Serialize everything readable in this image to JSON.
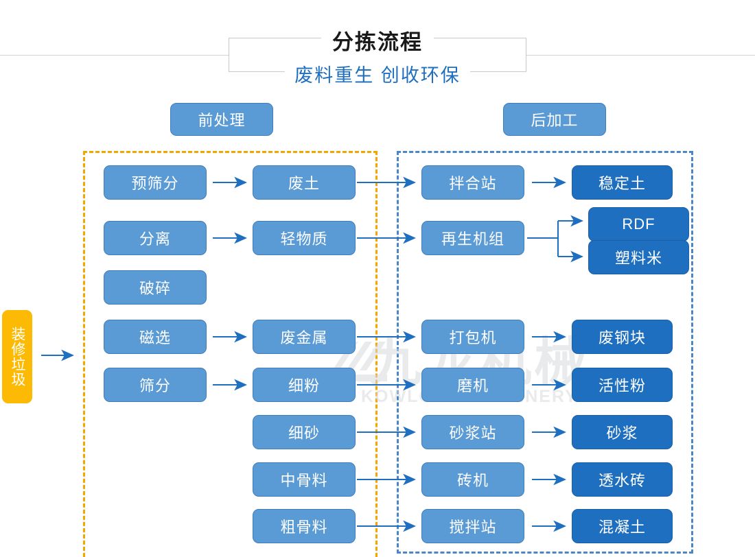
{
  "header": {
    "title": "分拣流程",
    "subtitle": "废料重生 创收环保"
  },
  "stages": [
    {
      "id": "pre",
      "label": "前处理"
    },
    {
      "id": "post",
      "label": "后加工"
    }
  ],
  "input": {
    "label": "装修垃圾",
    "color": "#FCBA04"
  },
  "watermark": {
    "text": "九龙机械",
    "subtext": "KOWLOONMACHINERY"
  },
  "colors": {
    "process": "#5B9BD5",
    "process_border": "#3E7DBC",
    "product": "#1F6FC0",
    "product_border": "#1A5FA8",
    "zone_pre": "#F5A500",
    "zone_post": "#4A86C8",
    "arrow": "#1F6FC0",
    "title": "#1a1a1a",
    "subtitle": "#1F6FC0"
  },
  "chart_data": {
    "type": "diagram",
    "title": "分拣流程",
    "nodes": {
      "pre_process": [
        {
          "label": "预筛分"
        },
        {
          "label": "分离"
        },
        {
          "label": "破碎"
        },
        {
          "label": "磁选"
        },
        {
          "label": "筛分"
        }
      ],
      "intermediate": [
        {
          "label": "废土"
        },
        {
          "label": "轻物质"
        },
        {
          "label": "废金属"
        },
        {
          "label": "细粉"
        },
        {
          "label": "细砂"
        },
        {
          "label": "中骨料"
        },
        {
          "label": "粗骨料"
        }
      ],
      "post_process": [
        {
          "label": "拌合站"
        },
        {
          "label": "再生机组"
        },
        {
          "label": "打包机"
        },
        {
          "label": "磨机"
        },
        {
          "label": "砂浆站"
        },
        {
          "label": "砖机"
        },
        {
          "label": "搅拌站"
        }
      ],
      "products": [
        {
          "label": "稳定土"
        },
        {
          "label": "RDF"
        },
        {
          "label": "塑料米"
        },
        {
          "label": "废钢块"
        },
        {
          "label": "活性粉"
        },
        {
          "label": "砂浆"
        },
        {
          "label": "透水砖"
        },
        {
          "label": "混凝土"
        }
      ]
    },
    "edges": [
      {
        "from": "装修垃圾",
        "to": "前处理"
      },
      {
        "from": "预筛分",
        "to": "废土"
      },
      {
        "from": "分离",
        "to": "轻物质"
      },
      {
        "from": "磁选",
        "to": "废金属"
      },
      {
        "from": "筛分",
        "to": "细粉"
      },
      {
        "from": "废土",
        "to": "拌合站"
      },
      {
        "from": "轻物质",
        "to": "再生机组"
      },
      {
        "from": "废金属",
        "to": "打包机"
      },
      {
        "from": "细粉",
        "to": "磨机"
      },
      {
        "from": "细砂",
        "to": "砂浆站"
      },
      {
        "from": "中骨料",
        "to": "砖机"
      },
      {
        "from": "粗骨料",
        "to": "搅拌站"
      },
      {
        "from": "拌合站",
        "to": "稳定土"
      },
      {
        "from": "再生机组",
        "to": "RDF"
      },
      {
        "from": "再生机组",
        "to": "塑料米"
      },
      {
        "from": "打包机",
        "to": "废钢块"
      },
      {
        "from": "磨机",
        "to": "活性粉"
      },
      {
        "from": "砂浆站",
        "to": "砂浆"
      },
      {
        "from": "砖机",
        "to": "透水砖"
      },
      {
        "from": "搅拌站",
        "to": "混凝土"
      }
    ]
  }
}
